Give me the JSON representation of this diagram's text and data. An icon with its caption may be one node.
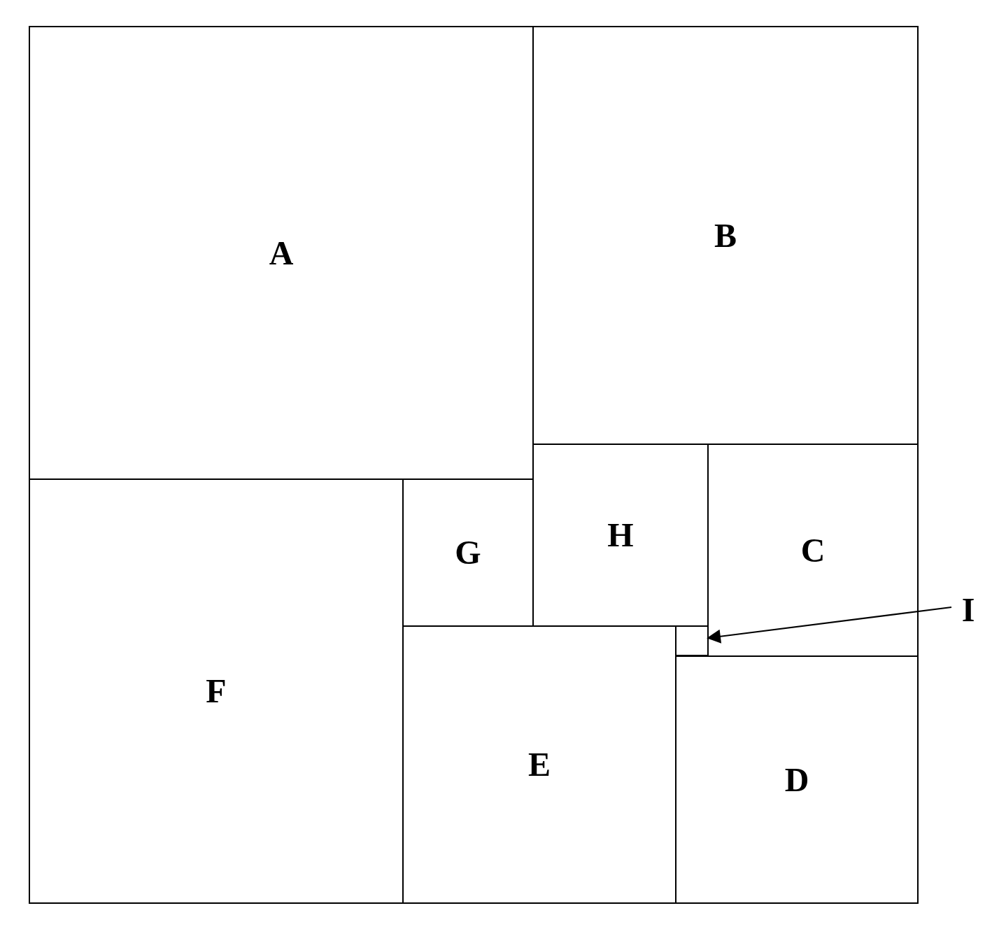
{
  "diagram": {
    "nodes": [
      {
        "text": [
          "A"
        ]
      },
      {
        "text": [
          "B"
        ]
      },
      {
        "text": [
          "H"
        ]
      },
      {
        "text": [
          "G"
        ]
      },
      {
        "text": [
          "C"
        ]
      },
      {
        "text": [
          "I"
        ]
      },
      {
        "text": [],
        "shape": "box"
      },
      {
        "text": [
          "F"
        ]
      },
      {
        "text": [
          "E"
        ]
      },
      {
        "text": [
          "D"
        ]
      }
    ],
    "edges": [
      {
        "from": 5,
        "to": 6,
        "arrow": "to"
      }
    ]
  }
}
